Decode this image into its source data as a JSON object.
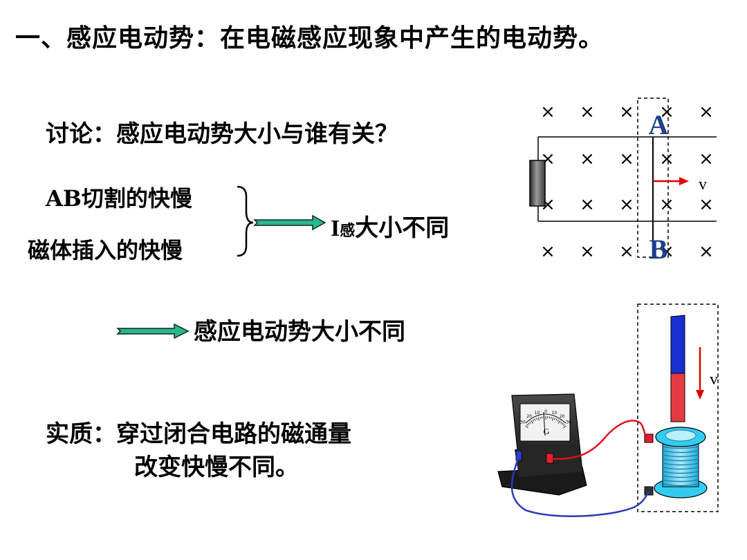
{
  "heading": "一、感应电动势：在电磁感应现象中产生的电动势。",
  "question": "讨论：感应电动势大小与谁有关？",
  "conditions": [
    "AB切割的快慢",
    "磁体插入的快慢"
  ],
  "result_1": {
    "symbol": "I",
    "subscript": "感",
    "text": "大小不同"
  },
  "result_2": "感应电动势大小不同",
  "essence": {
    "line1": "实质：穿过闭合电路的磁通量",
    "line2": "改变快慢不同。"
  },
  "diagram_rod": {
    "label_a": "A",
    "label_b": "B",
    "velocity": "v",
    "field_mark": "×"
  },
  "diagram_magnet": {
    "velocity": "v",
    "meter_label": "G",
    "scale_ticks": [
      "30",
      "20",
      "10",
      "0",
      "10",
      "20",
      "30"
    ]
  },
  "colors": {
    "arrow_fill": "#2ab58c",
    "rod_label": "#1f3e8c",
    "velocity_arrow": "#e00000",
    "magnet_north": "#1a2fd0",
    "magnet_south": "#e43a44",
    "coil": "#33ccf0"
  }
}
